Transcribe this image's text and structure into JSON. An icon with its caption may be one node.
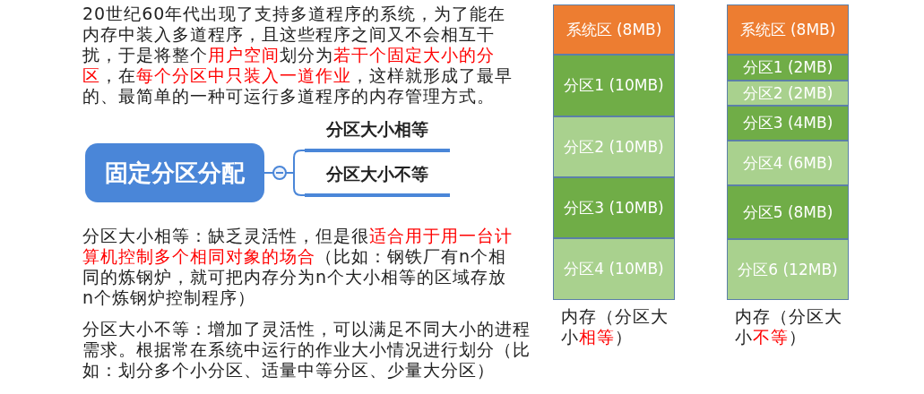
{
  "diagram": {
    "nodes": [
      {
        "text": [
          "固定分区分配"
        ]
      },
      {
        "text": [
          "分区大小相等"
        ]
      },
      {
        "text": [
          "分区大小不等"
        ]
      },
      {
        "text": [
          "系统区 (8MB)"
        ]
      },
      {
        "text": [
          "分区1 (10MB)"
        ]
      },
      {
        "text": [
          "分区2 (10MB)"
        ]
      },
      {
        "text": [
          "分区3 (10MB)"
        ]
      },
      {
        "text": [
          "分区4 (10MB)"
        ]
      },
      {
        "text": [
          "系统区 (8MB)"
        ]
      },
      {
        "text": [
          "分区1 (2MB)"
        ]
      },
      {
        "text": [
          "分区2 (2MB)"
        ]
      },
      {
        "text": [
          "分区3 (4MB)"
        ]
      },
      {
        "text": [
          "分区4 (6MB)"
        ]
      },
      {
        "text": [
          "分区5 (8MB)"
        ]
      },
      {
        "text": [
          "分区6 (12MB)"
        ]
      }
    ],
    "edges": [
      {
        "from": 0,
        "to": 1,
        "arrow": "none"
      },
      {
        "from": 0,
        "to": 2,
        "arrow": "none"
      }
    ],
    "labels": [
      "20世纪60年代出现了支持多道程序的系统，为了能在内存中装入多道程序，且这些程序之间又不会相互干扰，于是将整个**用户空间**划分为**若干个固定大小的分区**，在**每个分区中只装入一道作业**，这样就形成了最早的、最简单的一种可运行多道程序的内存管理方式。",
      "分区大小相等：缺乏灵活性，但是很**适合用于用一台计算机控制多个相同对象的场合**（比如：钢铁厂有n个相同的炼钢炉，就可把内存分为n个大小相等的区域存放n个炼钢炉控制程序）",
      "分区大小不等：增加了灵活性，可以满足不同大小的进程需求。根据常在系统中运行的作业大小情况进行划分（比如：划分多个小分区、适量中等分区、少量大分区）",
      "内存（分区大小**相等**）",
      "内存（分区大小**不等**）"
    ]
  }
}
